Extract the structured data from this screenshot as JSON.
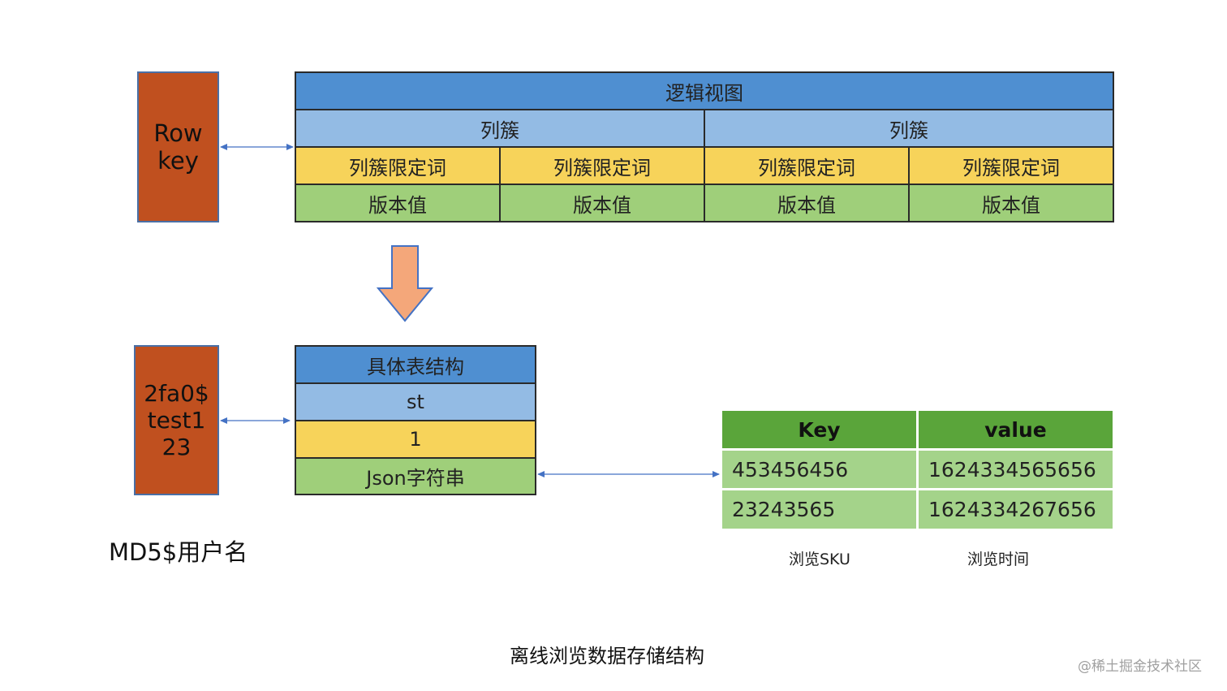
{
  "top": {
    "rowkey_line1": "Row",
    "rowkey_line2": "key",
    "logical_view": "逻辑视图",
    "column_families": [
      "列簇",
      "列簇"
    ],
    "qualifiers": [
      "列簇限定词",
      "列簇限定词",
      "列簇限定词",
      "列簇限定词"
    ],
    "versions": [
      "版本值",
      "版本值",
      "版本值",
      "版本值"
    ]
  },
  "bottom": {
    "rowkey_lines": [
      "2fa0$",
      "test1",
      "23"
    ],
    "rowkey_caption": "MD5$用户名",
    "table_title": "具体表结构",
    "family": "st",
    "qualifier": "1",
    "value": "Json字符串"
  },
  "kv_table": {
    "headers": [
      "Key",
      "value"
    ],
    "rows": [
      [
        "453456456",
        "1624334565656"
      ],
      [
        "23243565",
        "1624334267656"
      ]
    ],
    "captions": [
      "浏览SKU",
      "浏览时间"
    ]
  },
  "footer": {
    "title": "离线浏览数据存储结构",
    "watermark": "@稀土掘金技术社区"
  },
  "colors": {
    "rowkey": "#c0501f",
    "header": "#4f8fd1",
    "family": "#93bbe4",
    "qualifier": "#f7d35a",
    "version": "#9fcf7a",
    "kv_header": "#5aa53a",
    "kv_cell": "#a4d38a",
    "arrow_connector": "#4472c4",
    "down_arrow": "#f4a77a"
  }
}
